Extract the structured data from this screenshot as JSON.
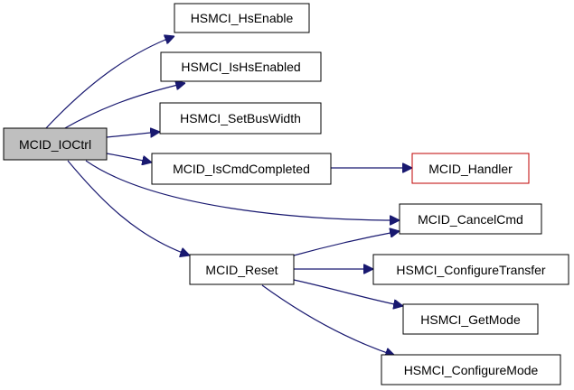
{
  "diagram": {
    "nodes": [
      {
        "id": "ioctrl",
        "label": "MCID_IOCtrl",
        "root": true
      },
      {
        "id": "hsenable",
        "label": "HSMCI_HsEnable"
      },
      {
        "id": "ishsenabled",
        "label": "HSMCI_IsHsEnabled"
      },
      {
        "id": "setbuswidth",
        "label": "HSMCI_SetBusWidth"
      },
      {
        "id": "iscmdcompleted",
        "label": "MCID_IsCmdCompleted"
      },
      {
        "id": "handler",
        "label": "MCID_Handler",
        "highlight": true
      },
      {
        "id": "cancelcmd",
        "label": "MCID_CancelCmd"
      },
      {
        "id": "reset",
        "label": "MCID_Reset"
      },
      {
        "id": "configuretransfer",
        "label": "HSMCI_ConfigureTransfer"
      },
      {
        "id": "getmode",
        "label": "HSMCI_GetMode"
      },
      {
        "id": "configuremode",
        "label": "HSMCI_ConfigureMode"
      }
    ],
    "edges": [
      {
        "from": "ioctrl",
        "to": "hsenable"
      },
      {
        "from": "ioctrl",
        "to": "ishsenabled"
      },
      {
        "from": "ioctrl",
        "to": "setbuswidth"
      },
      {
        "from": "ioctrl",
        "to": "iscmdcompleted"
      },
      {
        "from": "ioctrl",
        "to": "cancelcmd"
      },
      {
        "from": "ioctrl",
        "to": "reset"
      },
      {
        "from": "iscmdcompleted",
        "to": "handler"
      },
      {
        "from": "reset",
        "to": "cancelcmd"
      },
      {
        "from": "reset",
        "to": "configuretransfer"
      },
      {
        "from": "reset",
        "to": "getmode"
      },
      {
        "from": "reset",
        "to": "configuremode"
      }
    ],
    "colors": {
      "edge": "#191970",
      "node_border": "#000000",
      "root_fill": "#bfbfbf",
      "highlight_border": "#bf0000",
      "node_fill": "#ffffff"
    }
  }
}
